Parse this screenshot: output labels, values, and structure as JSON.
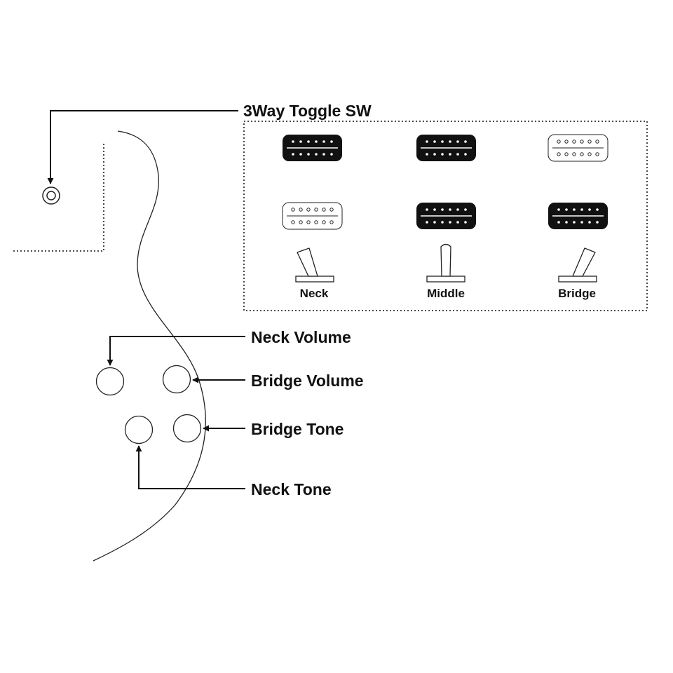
{
  "colors": {
    "ink": "#111111",
    "background": "#ffffff"
  },
  "labels": {
    "toggle_switch": "3Way Toggle SW",
    "neck_volume": "Neck Volume",
    "bridge_volume": "Bridge Volume",
    "bridge_tone": "Bridge Tone",
    "neck_tone": "Neck Tone"
  },
  "positions": [
    {
      "label": "Neck",
      "neck_pickup_active": false,
      "bridge_pickup_active": true,
      "lever": "left"
    },
    {
      "label": "Middle",
      "neck_pickup_active": true,
      "bridge_pickup_active": true,
      "lever": "center"
    },
    {
      "label": "Bridge",
      "neck_pickup_active": true,
      "bridge_pickup_active": false,
      "lever": "right"
    }
  ]
}
